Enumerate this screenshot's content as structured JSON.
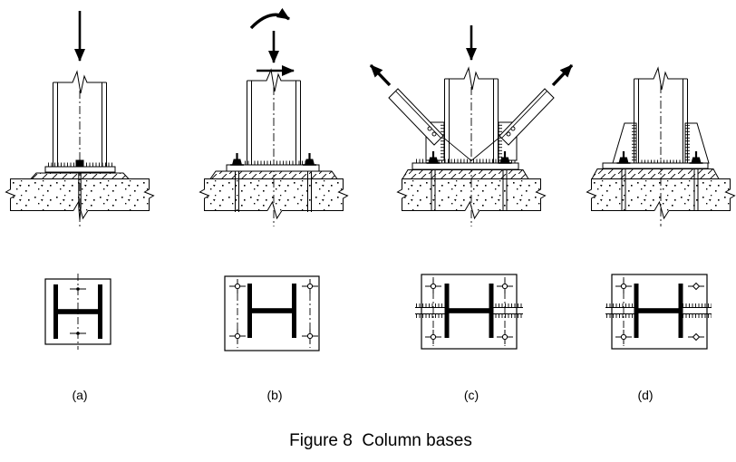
{
  "figure": {
    "caption": "Figure 8  Column bases"
  },
  "panels": [
    {
      "id": "a",
      "label": "(a)"
    },
    {
      "id": "b",
      "label": "(b)"
    },
    {
      "id": "c",
      "label": "(c)"
    },
    {
      "id": "d",
      "label": "(d)"
    }
  ],
  "colors": {
    "line": "#000000",
    "background": "#ffffff"
  }
}
